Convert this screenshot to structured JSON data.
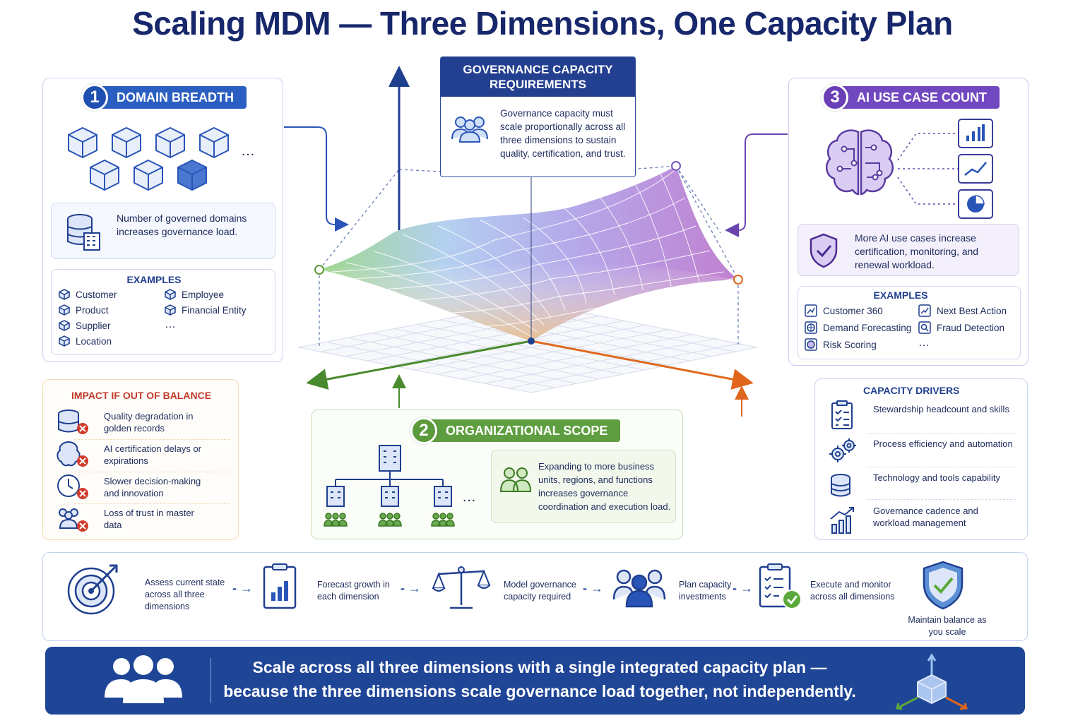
{
  "title": "Scaling MDM — Three Dimensions, One Capacity Plan",
  "colors": {
    "navy": "#17276b",
    "blue": "#2a55b8",
    "green": "#5a9a3a",
    "purple": "#6a45b0",
    "orange": "#e0661c",
    "red": "#d03a2a"
  },
  "domain": {
    "number": "1",
    "label": "DOMAIN BREADTH",
    "description": "Number of governed domains increases governance load.",
    "examples_title": "EXAMPLES",
    "examples": [
      "Customer",
      "Employee",
      "Product",
      "Financial Entity",
      "Supplier",
      "…",
      "Location"
    ],
    "more": "…"
  },
  "governance": {
    "title": "GOVERNANCE CAPACITY REQUIREMENTS",
    "text": "Governance capacity must scale proportionally across all three dimensions to sustain quality, certification, and trust."
  },
  "ai": {
    "number": "3",
    "label": "AI USE CASE COUNT",
    "description": "More AI use cases increase certification, monitoring, and renewal workload.",
    "examples_title": "EXAMPLES",
    "examples": [
      "Customer 360",
      "Next Best Action",
      "Demand Forecasting",
      "Fraud Detection",
      "Risk Scoring",
      "…"
    ]
  },
  "impact": {
    "title": "IMPACT IF OUT OF BALANCE",
    "items": [
      "Quality degradation in golden records",
      "AI certification delays or expirations",
      "Slower decision-making and innovation",
      "Loss of trust in master data"
    ]
  },
  "org": {
    "number": "2",
    "label": "ORGANIZATIONAL SCOPE",
    "description": "Expanding to more business units, regions, and functions increases governance coordination and execution load.",
    "more": "…"
  },
  "drivers": {
    "title": "CAPACITY DRIVERS",
    "items": [
      "Stewardship headcount and skills",
      "Process efficiency and automation",
      "Technology and tools capability",
      "Governance cadence and workload management"
    ]
  },
  "steps": [
    "Assess current state across all three dimensions",
    "Forecast growth in each dimension",
    "Model governance capacity required",
    "Plan capacity investments",
    "Execute and monitor across all dimensions",
    "Maintain balance as you scale"
  ],
  "banner": {
    "line1": "Scale across all three dimensions with a single integrated capacity plan —",
    "line2": "because the three dimensions scale governance load together, not independently."
  }
}
